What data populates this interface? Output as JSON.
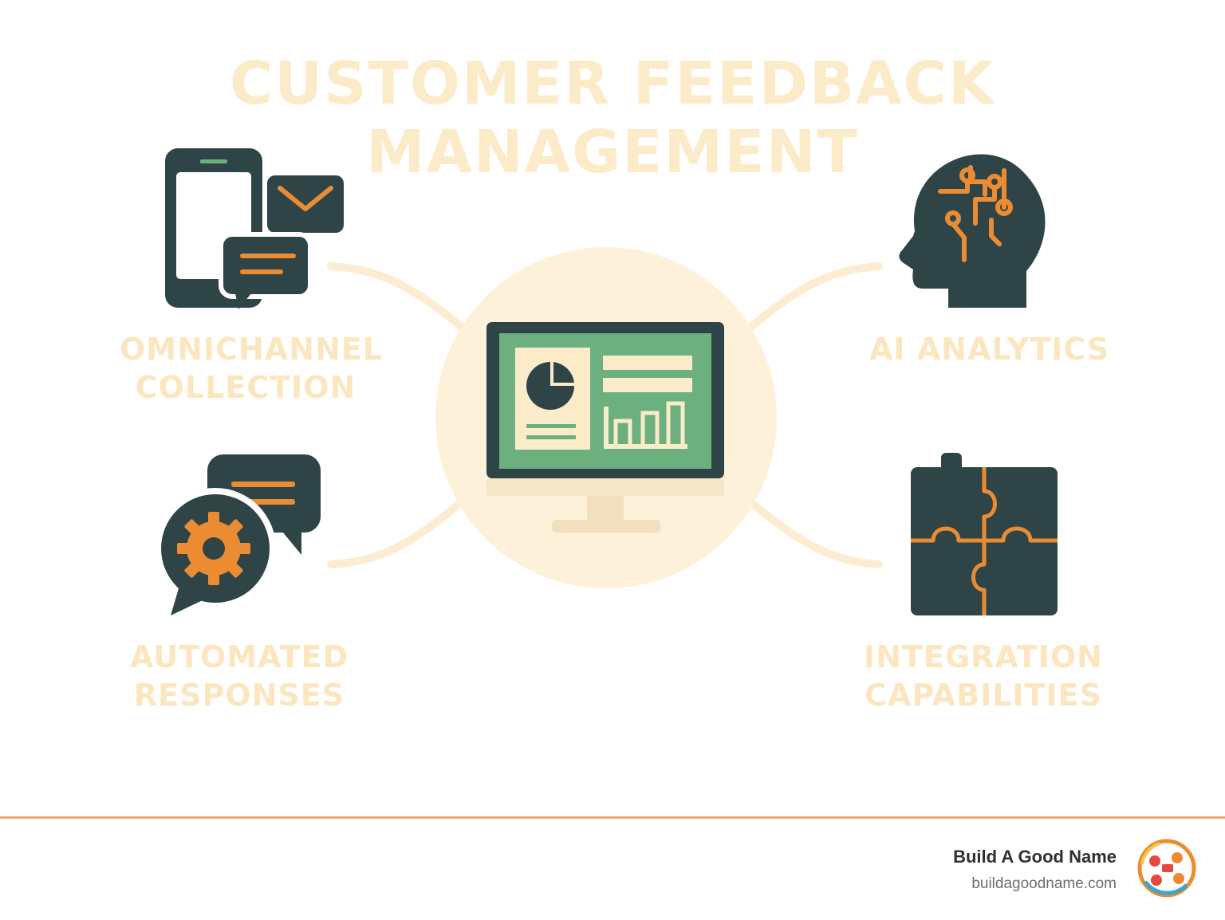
{
  "title": "CUSTOMER FEEDBACK MANAGEMENT",
  "center": {
    "icon": "dashboard-monitor-icon"
  },
  "features": [
    {
      "id": "omnichannel",
      "icon": "phone-email-chat-icon",
      "line1": "OMNICHANNEL",
      "line2": "COLLECTION"
    },
    {
      "id": "automated",
      "icon": "gear-chat-bubbles-icon",
      "line1": "AUTOMATED",
      "line2": "RESPONSES"
    },
    {
      "id": "ai",
      "icon": "ai-head-circuit-icon",
      "line1": "AI ANALYTICS",
      "line2": ""
    },
    {
      "id": "integration",
      "icon": "puzzle-icon",
      "line1": "INTEGRATION",
      "line2": "CAPABILITIES"
    }
  ],
  "footer": {
    "brand_name": "Build A Good Name",
    "brand_url": "buildagoodname.com",
    "logo_icon": "brand-logo-icon"
  },
  "colors": {
    "dark": "#2f4447",
    "orange": "#ec8c32",
    "green": "#6bb07e",
    "cream": "#fcebc9",
    "rule": "#f3a56a"
  }
}
